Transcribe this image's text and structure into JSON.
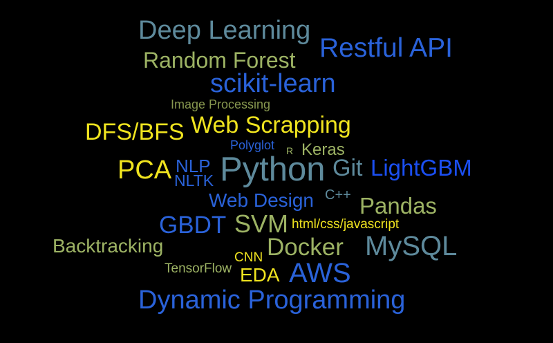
{
  "palette": {
    "background": "#000000",
    "steel_blue_gray": "#5e8a9c",
    "olive_green": "#9db364",
    "olive_dark": "#87974f",
    "bright_yellow": "#f0e41f",
    "royal_blue": "#2a62d9",
    "vivid_blue": "#1b4ff2"
  },
  "chart_data": {
    "type": "wordcloud",
    "title": "",
    "background": "#000000",
    "items": [
      {
        "text": "Deep Learning",
        "weight": 38,
        "color": "#5e8a9c"
      },
      {
        "text": "Restful API",
        "weight": 39,
        "color": "#2a62d9"
      },
      {
        "text": "Random Forest",
        "weight": 32,
        "color": "#9db364"
      },
      {
        "text": "scikit-learn",
        "weight": 38,
        "color": "#2a62d9"
      },
      {
        "text": "Image Processing",
        "weight": 18,
        "color": "#87974f"
      },
      {
        "text": "DFS/BFS",
        "weight": 34,
        "color": "#f0e41f"
      },
      {
        "text": "Web Scrapping",
        "weight": 34,
        "color": "#f0e41f"
      },
      {
        "text": "Polyglot",
        "weight": 18,
        "color": "#2a62d9"
      },
      {
        "text": "R",
        "weight": 14,
        "color": "#9db364"
      },
      {
        "text": "Keras",
        "weight": 24,
        "color": "#9db364"
      },
      {
        "text": "PCA",
        "weight": 38,
        "color": "#f0e41f"
      },
      {
        "text": "NLP",
        "weight": 26,
        "color": "#2a62d9"
      },
      {
        "text": "NLTK",
        "weight": 23,
        "color": "#2a62d9"
      },
      {
        "text": "Python",
        "weight": 49,
        "color": "#5e8a9c"
      },
      {
        "text": "Git",
        "weight": 34,
        "color": "#5e8a9c"
      },
      {
        "text": "LightGBM",
        "weight": 33,
        "color": "#1b4ff2"
      },
      {
        "text": "Web Design",
        "weight": 28,
        "color": "#2a62d9"
      },
      {
        "text": "C++",
        "weight": 20,
        "color": "#5e8a9c"
      },
      {
        "text": "Pandas",
        "weight": 33,
        "color": "#9db364"
      },
      {
        "text": "GBDT",
        "weight": 35,
        "color": "#2a62d9"
      },
      {
        "text": "SVM",
        "weight": 36,
        "color": "#9db364"
      },
      {
        "text": "html/css/javascript",
        "weight": 19,
        "color": "#f0e41f"
      },
      {
        "text": "Backtracking",
        "weight": 28,
        "color": "#9db364"
      },
      {
        "text": "CNN",
        "weight": 19,
        "color": "#f0e41f"
      },
      {
        "text": "Docker",
        "weight": 35,
        "color": "#9db364"
      },
      {
        "text": "MySQL",
        "weight": 40,
        "color": "#5e8a9c"
      },
      {
        "text": "TensorFlow",
        "weight": 19,
        "color": "#9db364"
      },
      {
        "text": "EDA",
        "weight": 28,
        "color": "#f0e41f"
      },
      {
        "text": "AWS",
        "weight": 40,
        "color": "#2a62d9"
      },
      {
        "text": "Dynamic Programming",
        "weight": 38,
        "color": "#2a62d9"
      }
    ]
  }
}
